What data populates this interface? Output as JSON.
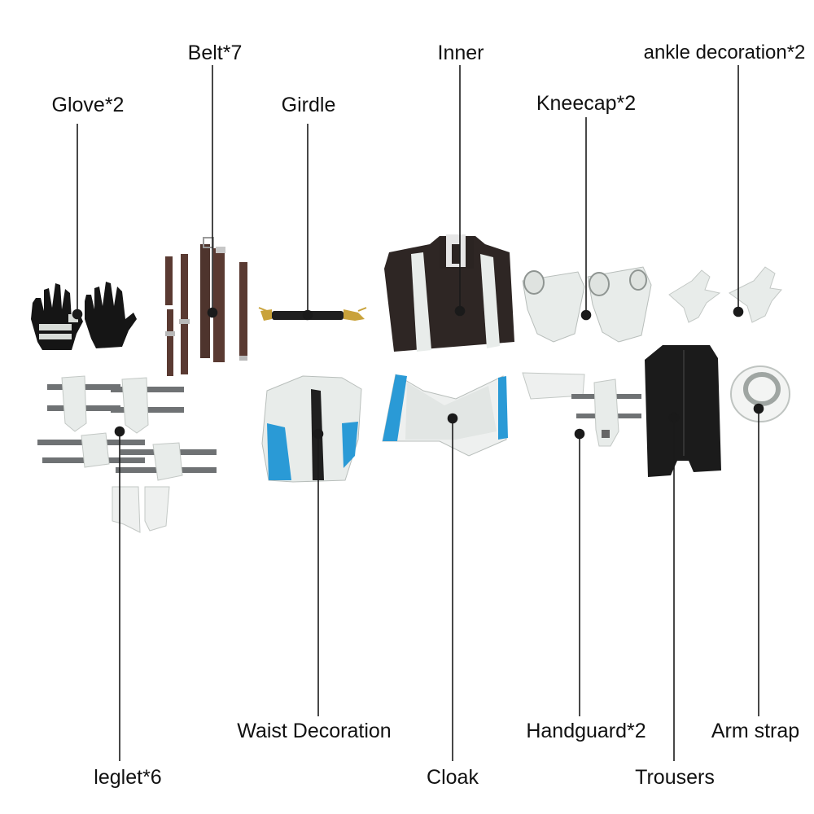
{
  "labels": {
    "glove": "Glove*2",
    "belt": "Belt*7",
    "girdle": "Girdle",
    "inner": "Inner",
    "kneecap": "Kneecap*2",
    "ankle": "ankle  decoration*2",
    "leglet": "leglet*6",
    "waist": "Waist Decoration",
    "cloak": "Cloak",
    "handguard": "Handguard*2",
    "trousers": "Trousers",
    "armstrap": "Arm  strap"
  },
  "colors": {
    "background": "#ffffff",
    "leader": "#1a1a1a",
    "dark_fabric": "#2e2624",
    "white_armor": "#e8ecea",
    "strap_gray": "#6f7274",
    "belt_brown": "#5a3a32",
    "cloak_blue": "#2a9ad6",
    "gold": "#c9a23a"
  }
}
